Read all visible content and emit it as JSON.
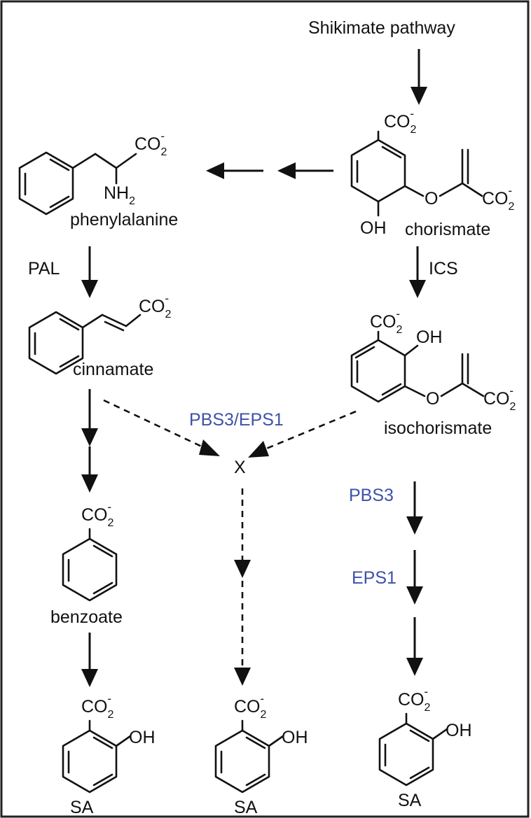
{
  "labels": {
    "shikimate": "Shikimate pathway",
    "phenylalanine": "phenylalanine",
    "chorismate": "chorismate",
    "cinnamate": "cinnamate",
    "isochorismate": "isochorismate",
    "benzoate": "benzoate",
    "x": "X",
    "sa_left": "SA",
    "sa_mid": "SA",
    "sa_right": "SA"
  },
  "enzymes": {
    "pal": "PAL",
    "ics": "ICS",
    "pbs3_eps1": "PBS3/EPS1",
    "pbs3": "PBS3",
    "eps1": "EPS1"
  },
  "groups": {
    "co2": "CO",
    "co2_sub": "2",
    "co2_sup": "-",
    "nh2": "NH",
    "nh2_sub": "2",
    "oh": "OH",
    "o": "O"
  },
  "colors": {
    "enzyme_blue": "#3d52a8",
    "ink": "#111111"
  }
}
